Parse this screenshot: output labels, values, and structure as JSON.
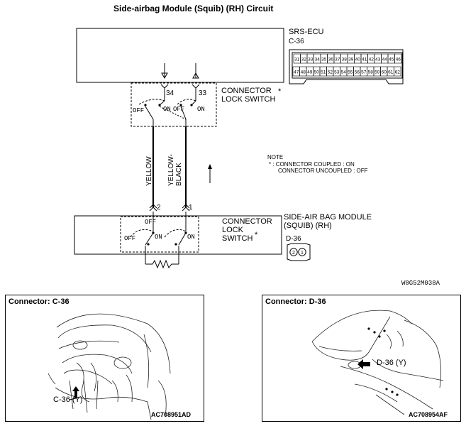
{
  "title": "Side-airbag Module (Squib) (RH) Circuit",
  "ecu": {
    "name": "SRS-ECU",
    "connector": "C-36",
    "pins_top": [
      "31",
      "32",
      "33",
      "34",
      "35",
      "36",
      "37",
      "38",
      "39",
      "40",
      "41",
      "42",
      "43",
      "44",
      "45",
      "46"
    ],
    "pins_bottom": [
      "47",
      "48",
      "49",
      "50",
      "51",
      "52",
      "53",
      "54",
      "55",
      "56",
      "57",
      "58",
      "59",
      "60",
      "61",
      "62"
    ]
  },
  "terminals": {
    "ecu_a": "34",
    "ecu_b": "33",
    "module_a": "2",
    "module_b": "1"
  },
  "switch_labels": {
    "off": "OFF",
    "on": "ON"
  },
  "connector_lock_switch": {
    "line1": "CONNECTOR",
    "line2": "LOCK SWITCH",
    "star": "*"
  },
  "module_lock_switch": {
    "line1": "CONNECTOR",
    "line2": "LOCK",
    "line3": "SWITCH",
    "star": "*"
  },
  "wires": {
    "yellow": "YELLOW",
    "yellow_black": "YELLOW-BLACK"
  },
  "note": {
    "heading": "NOTE",
    "line1": "* : CONNECTOR COUPLED : ON",
    "line2": "CONNECTOR UNCOUPLED : OFF"
  },
  "module": {
    "line1": "SIDE-AIR BAG MODULE",
    "line2": "(SQUIB) (RH)",
    "connector": "D-36",
    "pins": [
      "1",
      "2"
    ]
  },
  "figure_code": "W8G52M038A",
  "photo_left": {
    "title": "Connector: C-36",
    "callout": "C-36 (Y)",
    "code": "AC708951AD"
  },
  "photo_right": {
    "title": "Connector: D-36",
    "callout": "D-36 (Y)",
    "code": "AC708954AF"
  }
}
